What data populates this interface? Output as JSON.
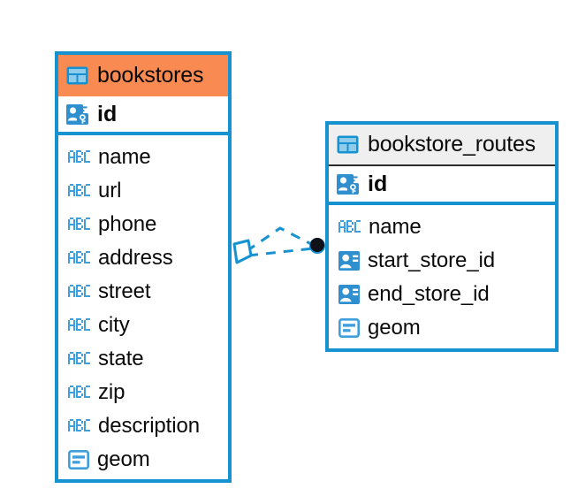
{
  "diagram": {
    "type": "entity-relationship-diagram",
    "background_color": "#FFFFFF",
    "accent_color": "#1792D0",
    "highlight_color": "#F98B52",
    "header_grey": "#EFEFEF",
    "text_color": "#0A0A0A",
    "connector_color": "#1792D0",
    "connector_endpoint_color": "#101018"
  },
  "entities": [
    {
      "name": "bookstores",
      "header_icon": "table-icon",
      "header_style": "orange",
      "primary_key": {
        "label": "id",
        "icon": "primary-key-icon"
      },
      "attributes": [
        {
          "label": "name",
          "icon": "abc-text-icon"
        },
        {
          "label": "url",
          "icon": "abc-text-icon"
        },
        {
          "label": "phone",
          "icon": "abc-text-icon"
        },
        {
          "label": "address",
          "icon": "abc-text-icon"
        },
        {
          "label": "street",
          "icon": "abc-text-icon"
        },
        {
          "label": "city",
          "icon": "abc-text-icon"
        },
        {
          "label": "state",
          "icon": "abc-text-icon"
        },
        {
          "label": "zip",
          "icon": "abc-text-icon"
        },
        {
          "label": "description",
          "icon": "abc-text-icon"
        },
        {
          "label": "geom",
          "icon": "geometry-icon"
        }
      ]
    },
    {
      "name": "bookstore_routes",
      "header_icon": "table-icon",
      "header_style": "grey",
      "primary_key": {
        "label": "id",
        "icon": "primary-key-icon"
      },
      "attributes": [
        {
          "label": "name",
          "icon": "abc-text-icon"
        },
        {
          "label": "start_store_id",
          "icon": "foreign-key-icon"
        },
        {
          "label": "end_store_id",
          "icon": "foreign-key-icon"
        },
        {
          "label": "geom",
          "icon": "geometry-icon"
        }
      ]
    }
  ],
  "relationship": {
    "from": "bookstores",
    "to": "bookstore_routes",
    "line_style": "dashed",
    "source_marker": "diamond-marker",
    "target_marker": "filled-circle-marker"
  }
}
